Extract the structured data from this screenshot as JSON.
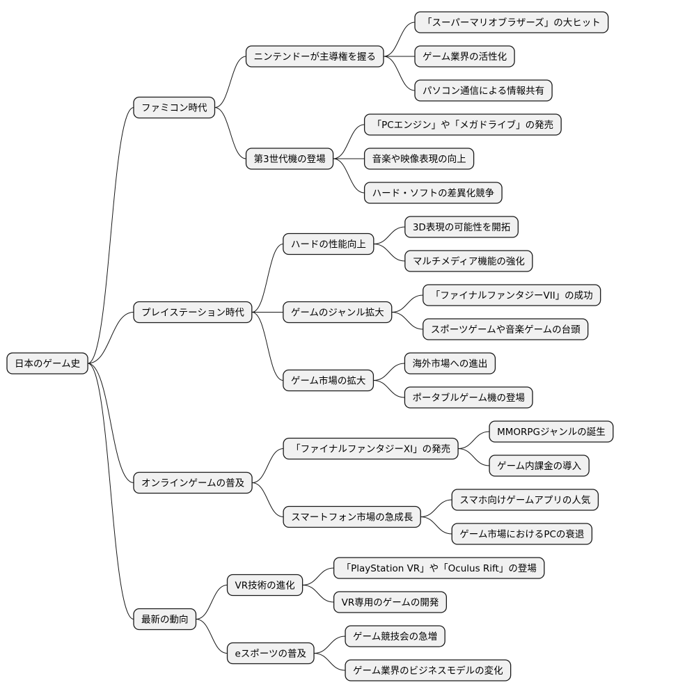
{
  "mindmap": {
    "root": "日本のゲーム史",
    "branches": [
      {
        "label": "ファミコン時代",
        "topics": [
          {
            "label": "ニンテンドーが主導権を握る",
            "items": [
              "「スーパーマリオブラザーズ」の大ヒット",
              "ゲーム業界の活性化",
              "パソコン通信による情報共有"
            ]
          },
          {
            "label": "第3世代機の登場",
            "items": [
              "「PCエンジン」や「メガドライブ」の発売",
              "音楽や映像表現の向上",
              "ハード・ソフトの差異化競争"
            ]
          }
        ]
      },
      {
        "label": "プレイステーション時代",
        "topics": [
          {
            "label": "ハードの性能向上",
            "items": [
              "3D表現の可能性を開拓",
              "マルチメディア機能の強化"
            ]
          },
          {
            "label": "ゲームのジャンル拡大",
            "items": [
              "「ファイナルファンタジーVII」の成功",
              "スポーツゲームや音楽ゲームの台頭"
            ]
          },
          {
            "label": "ゲーム市場の拡大",
            "items": [
              "海外市場への進出",
              "ポータブルゲーム機の登場"
            ]
          }
        ]
      },
      {
        "label": "オンラインゲームの普及",
        "topics": [
          {
            "label": "「ファイナルファンタジーXI」の発売",
            "items": [
              "MMORPGジャンルの誕生",
              "ゲーム内課金の導入"
            ]
          },
          {
            "label": "スマートフォン市場の急成長",
            "items": [
              "スマホ向けゲームアプリの人気",
              "ゲーム市場におけるPCの衰退"
            ]
          }
        ]
      },
      {
        "label": "最新の動向",
        "topics": [
          {
            "label": "VR技術の進化",
            "items": [
              "「PlayStation VR」や「Oculus Rift」の登場",
              "VR専用のゲームの開発"
            ]
          },
          {
            "label": "eスポーツの普及",
            "items": [
              "ゲーム競技会の急増",
              "ゲーム業界のビジネスモデルの変化"
            ]
          }
        ]
      }
    ]
  }
}
